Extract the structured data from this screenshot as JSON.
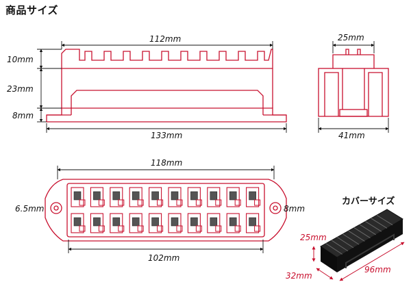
{
  "title": "商品サイズ",
  "cover_title": "カバーサイズ",
  "side_view": {
    "width_top": "112mm",
    "width_base": "133mm",
    "height_fins": "10mm",
    "height_body": "23mm",
    "height_base": "8mm"
  },
  "end_view": {
    "width_top": "25mm",
    "width_base": "41mm"
  },
  "top_view": {
    "width_overall": "118mm",
    "width_inner": "102mm",
    "left_hole": "6.5mm",
    "right_hole": "8mm"
  },
  "cover": {
    "height": "25mm",
    "depth": "32mm",
    "length": "96mm"
  },
  "colors": {
    "outline": "#c8102e",
    "dimension": "#111111",
    "cover_body": "#1a1a1a"
  }
}
